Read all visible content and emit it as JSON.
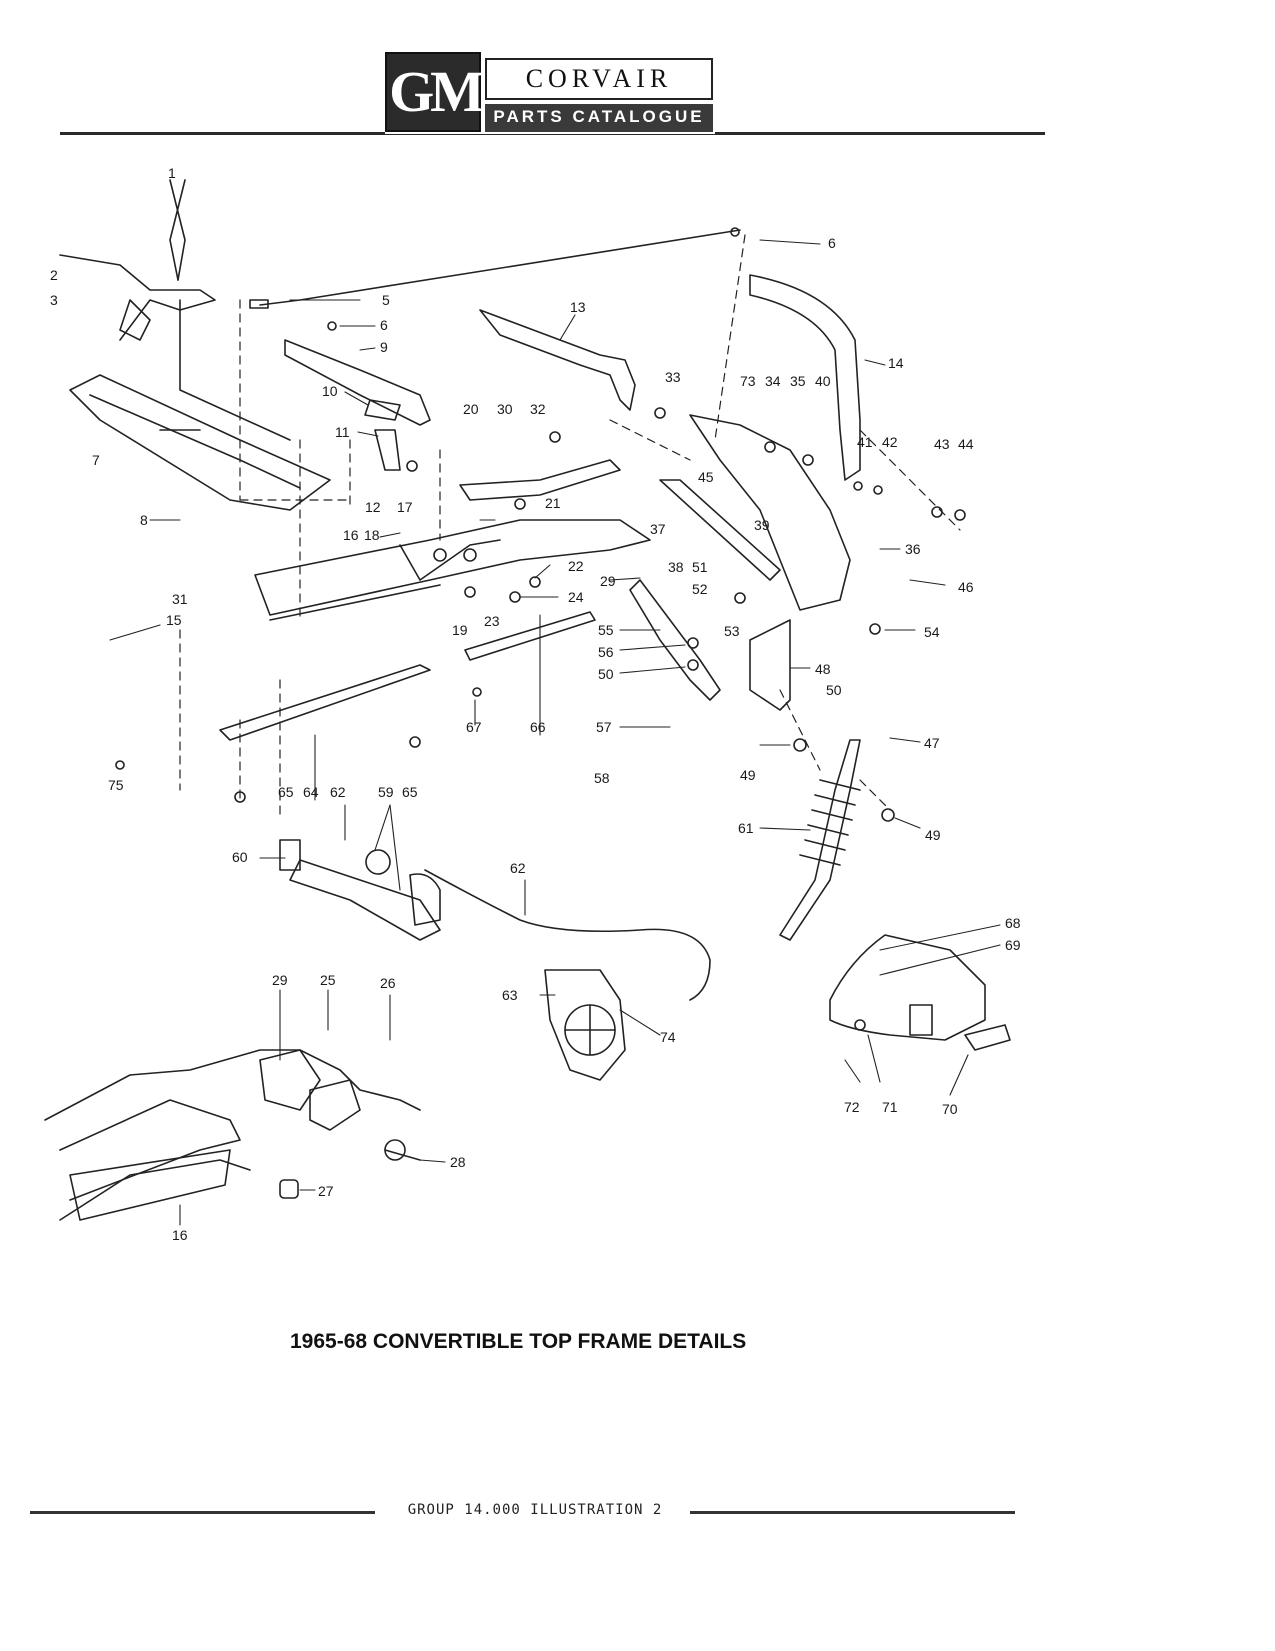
{
  "header": {
    "logo_gm": "GM",
    "brand": "CORVAIR",
    "catalogue": "PARTS CATALOGUE"
  },
  "diagram": {
    "callouts": [
      "1",
      "2",
      "3",
      "5",
      "6",
      "6",
      "6",
      "7",
      "8",
      "9",
      "10",
      "11",
      "12",
      "13",
      "14",
      "15",
      "16",
      "16",
      "17",
      "18",
      "19",
      "20",
      "21",
      "22",
      "23",
      "24",
      "25",
      "26",
      "27",
      "28",
      "29",
      "29",
      "30",
      "31",
      "32",
      "33",
      "34",
      "35",
      "36",
      "37",
      "38",
      "39",
      "40",
      "41",
      "42",
      "43",
      "44",
      "45",
      "46",
      "47",
      "48",
      "49",
      "49",
      "50",
      "50",
      "51",
      "52",
      "53",
      "54",
      "55",
      "56",
      "57",
      "58",
      "59",
      "60",
      "61",
      "62",
      "62",
      "63",
      "64",
      "65",
      "65",
      "66",
      "67",
      "68",
      "69",
      "70",
      "71",
      "72",
      "73",
      "74",
      "75"
    ]
  },
  "caption": "1965-68 CONVERTIBLE TOP FRAME DETAILS",
  "footer": {
    "text": "GROUP 14.000 ILLUSTRATION 2"
  }
}
